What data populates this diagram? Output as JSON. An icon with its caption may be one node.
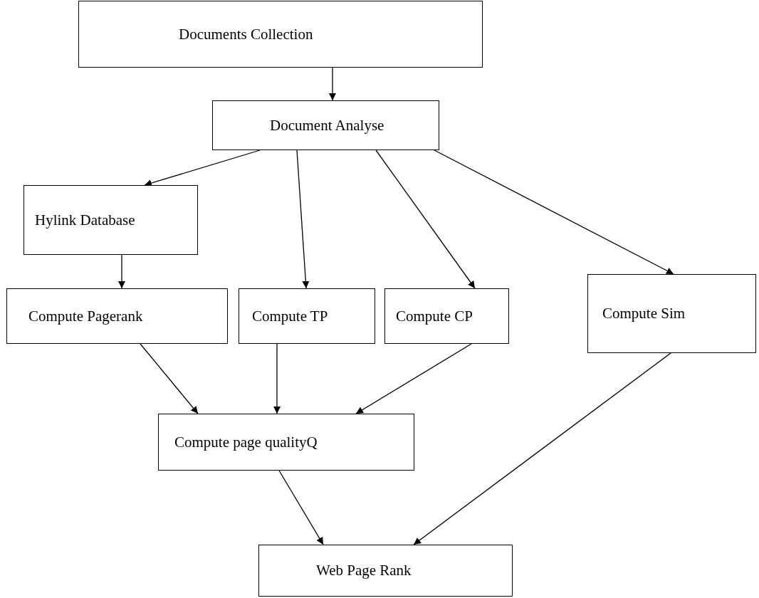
{
  "diagram": {
    "nodes": [
      {
        "text": [
          "Documents Collection"
        ]
      },
      {
        "text": [
          "Document Analyse"
        ]
      },
      {
        "text": [
          "Hylink Database"
        ]
      },
      {
        "text": [
          "Compute Pagerank"
        ]
      },
      {
        "text": [
          "Compute TP"
        ]
      },
      {
        "text": [
          "Compute CP"
        ]
      },
      {
        "text": [
          "Compute Sim"
        ]
      },
      {
        "text": [
          "Compute page qualityQ"
        ]
      },
      {
        "text": [
          "Web Page Rank"
        ]
      }
    ],
    "edges": [
      {
        "from": 0,
        "to": 1,
        "arrow": "to"
      },
      {
        "from": 1,
        "to": 2,
        "arrow": "to"
      },
      {
        "from": 1,
        "to": 4,
        "arrow": "to"
      },
      {
        "from": 1,
        "to": 5,
        "arrow": "to"
      },
      {
        "from": 1,
        "to": 6,
        "arrow": "to"
      },
      {
        "from": 2,
        "to": 3,
        "arrow": "to"
      },
      {
        "from": 3,
        "to": 7,
        "arrow": "to"
      },
      {
        "from": 4,
        "to": 7,
        "arrow": "to"
      },
      {
        "from": 5,
        "to": 7,
        "arrow": "to"
      },
      {
        "from": 7,
        "to": 8,
        "arrow": "to"
      },
      {
        "from": 6,
        "to": 8,
        "arrow": "to"
      }
    ]
  }
}
